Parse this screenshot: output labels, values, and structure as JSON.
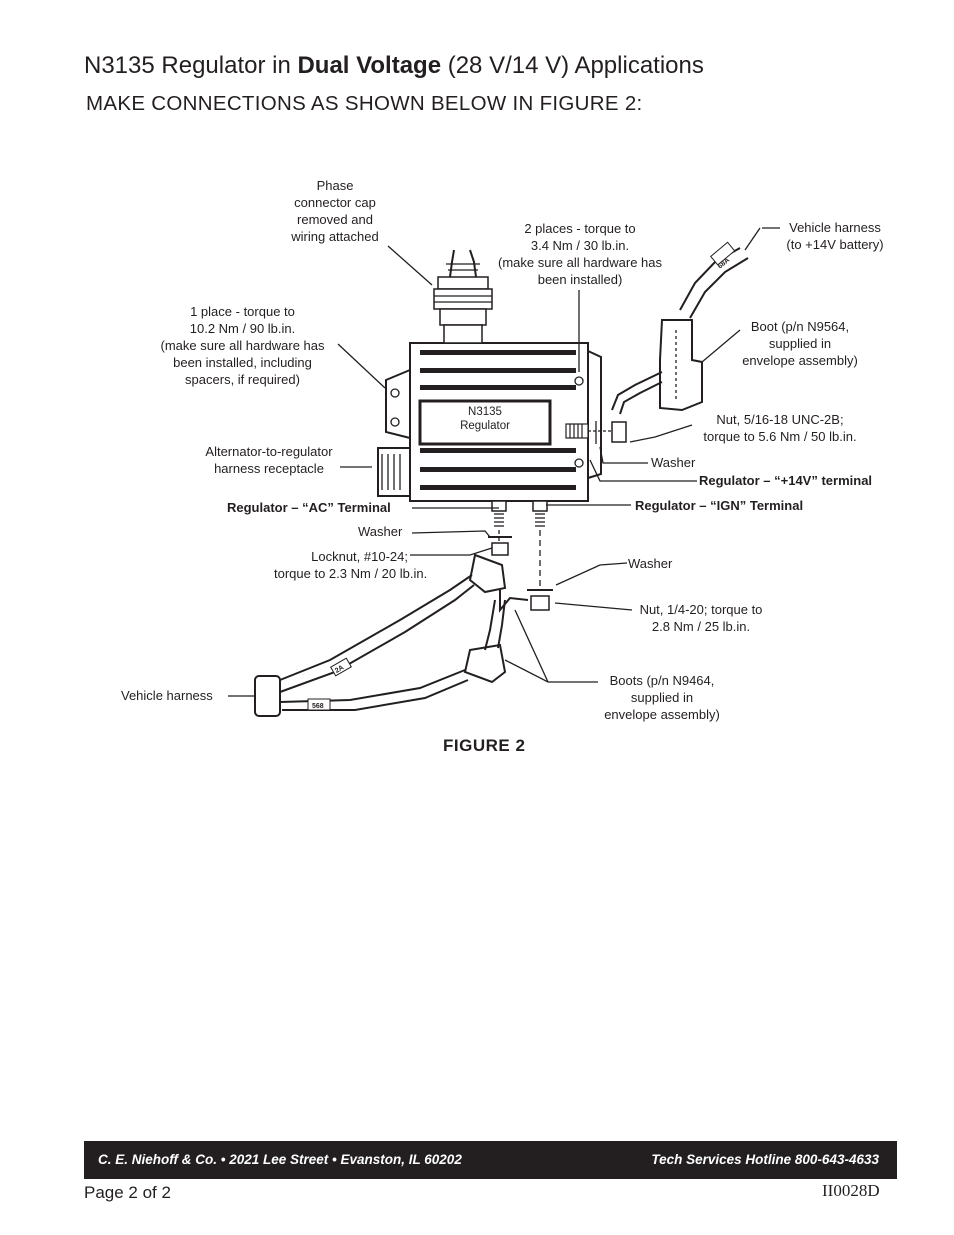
{
  "header": {
    "title_pre": "N3135 Regulator in ",
    "title_bold": "Dual Voltage",
    "title_post": " (28 V/14 V) Applications",
    "subtitle": "MAKE CONNECTIONS AS SHOWN BELOW IN FIGURE 2:"
  },
  "figure": {
    "regulator_label": [
      "N3135",
      "Regulator"
    ],
    "callouts": {
      "phase_cap": [
        "Phase",
        "connector cap",
        "removed and",
        "wiring attached"
      ],
      "two_places": [
        "2 places - torque to",
        "3.4 Nm / 30 lb.in.",
        "(make sure all hardware has",
        "been installed)"
      ],
      "vehicle_harness_top": [
        "Vehicle harness",
        "(to +14V battery)"
      ],
      "one_place": [
        "1 place - torque to",
        "10.2 Nm / 90 lb.in.",
        "(make sure all hardware has",
        "been installed, including",
        "spacers, if required)"
      ],
      "boot_top": [
        "Boot (p/n N9564,",
        "supplied in",
        "envelope assembly)"
      ],
      "nut_516": [
        "Nut, 5/16-18 UNC-2B;",
        "torque to 5.6 Nm / 50 lb.in."
      ],
      "alt_receptacle": [
        "Alternator-to-regulator",
        "harness receptacle"
      ],
      "washer_right": "Washer",
      "term_14v": "Regulator – “+14V” terminal",
      "term_ac": "Regulator – “AC” Terminal",
      "term_ign": "Regulator – “IGN” Terminal",
      "washer_left": "Washer",
      "locknut": [
        "Locknut, #10-24;",
        "torque to 2.3 Nm / 20 lb.in."
      ],
      "washer_lower": "Washer",
      "nut_14": [
        "Nut, 1/4-20; torque to",
        "2.8 Nm / 25 lb.in."
      ],
      "vehicle_harness_left": "Vehicle harness",
      "boots_lower": [
        "Boots (p/n N9464,",
        "supplied in",
        "envelope assembly)"
      ]
    },
    "wire_tags": {
      "top": "68A",
      "mid": "2A",
      "low": "568"
    },
    "caption": "FIGURE 2"
  },
  "footer": {
    "left": "C. E. Niehoff & Co.   •   2021 Lee Street   •   Evanston, IL 60202",
    "right": "Tech Services Hotline 800-643-4633",
    "page": "Page 2 of 2",
    "doc_id": "II0028D"
  }
}
